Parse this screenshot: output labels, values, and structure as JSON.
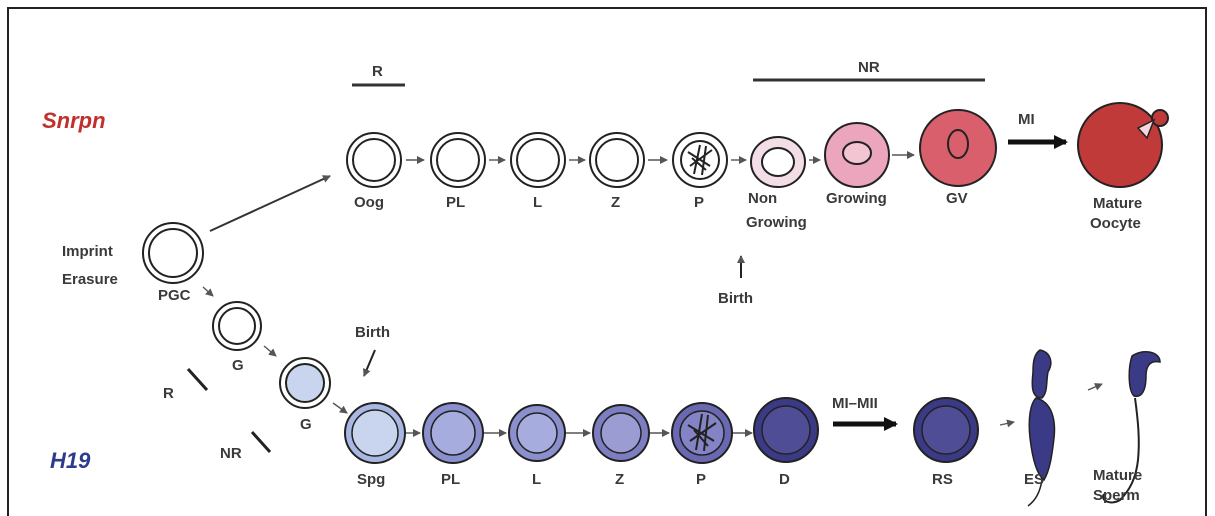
{
  "genes": {
    "female": {
      "label": "Snrpn",
      "color": "#c0302c"
    },
    "male": {
      "label": "H19",
      "color": "#2e3a8c"
    }
  },
  "erasure": {
    "line1": "Imprint",
    "line2": "Erasure",
    "pgc": "PGC"
  },
  "female": {
    "bar_r": "R",
    "bar_nr": "NR",
    "stages": [
      "Oog",
      "PL",
      "L",
      "Z",
      "P"
    ],
    "non_growing": {
      "line1": "Non",
      "line2": "Growing"
    },
    "growing": "Growing",
    "gv": "GV",
    "mi": "MI",
    "mature": {
      "line1": "Mature",
      "line2": "Oocyte"
    },
    "birth": "Birth"
  },
  "male": {
    "g1": "G",
    "g2": "G",
    "birth": "Birth",
    "r": "R",
    "nr": "NR",
    "stages": [
      "Spg",
      "PL",
      "L",
      "Z",
      "P",
      "D"
    ],
    "mi_mii": "MI–MII",
    "rs": "RS",
    "es": "ES",
    "mature": {
      "line1": "Mature",
      "line2": "Sperm"
    }
  },
  "colors": {
    "border": "#222222",
    "oocyte_pale": "#f3dde6",
    "oocyte_growing": "#eba6bd",
    "oocyte_gv": "#d95f6d",
    "oocyte_mature": "#c03a3a",
    "sperm_light": "#c9d5ef",
    "sperm_mid": "#8a8fce",
    "sperm_dark": "#3b3a86"
  }
}
